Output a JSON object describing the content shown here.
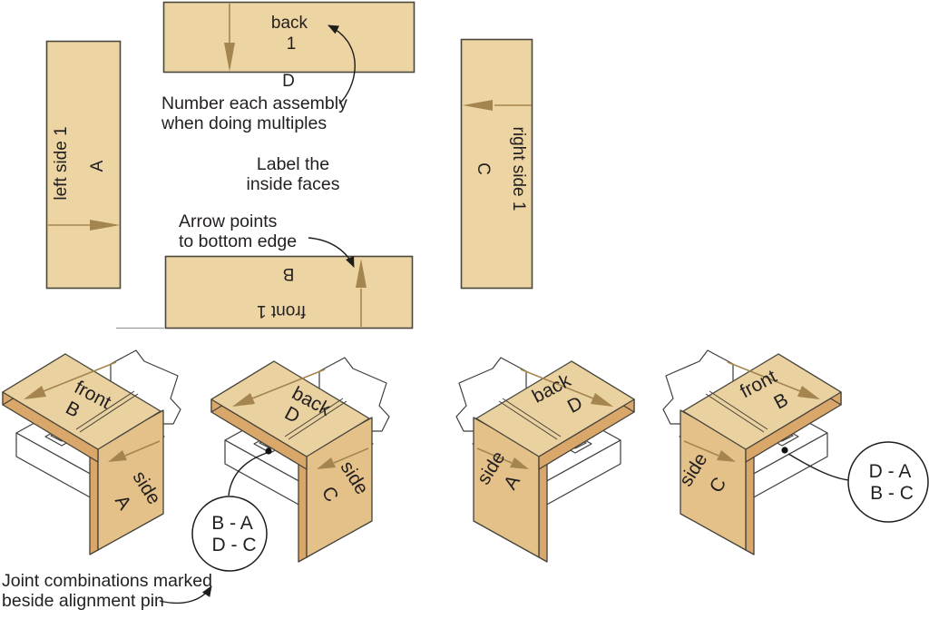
{
  "palette": {
    "wood_face_flat": "#ecd5a3",
    "wood_face_3d": "#e9d1a0",
    "wood_side_3d": "#e3c189",
    "wood_edge": "#d8a769",
    "board_outline": "#4a473e",
    "arrow_brown": "#a5854f",
    "text_color": "#231f20",
    "leader_color": "#1d1d1b",
    "jig_white": "#ffffff"
  },
  "flat": {
    "back": {
      "name": "back",
      "num": "1",
      "letter": "D"
    },
    "left": {
      "name": "left side 1",
      "letter": "A"
    },
    "right": {
      "name": "right side 1",
      "letter": "C"
    },
    "front": {
      "name": "front 1",
      "letter": "B"
    }
  },
  "notes": {
    "number1": "Number each assembly",
    "number2": "when doing multiples",
    "label1": "Label the",
    "label2": "inside faces",
    "arrow1": "Arrow points",
    "arrow2": "to bottom edge",
    "joint1": "Joint combinations marked",
    "joint2": "beside alignment pin"
  },
  "assemblies": [
    {
      "top": "front",
      "top_letter": "B",
      "side": "side",
      "side_letter": "A"
    },
    {
      "top": "back",
      "top_letter": "D",
      "side": "side",
      "side_letter": "C",
      "callout1": "B - A",
      "callout2": "D - C"
    },
    {
      "top": "back",
      "top_letter": "D",
      "side": "side",
      "side_letter": "A"
    },
    {
      "top": "front",
      "top_letter": "B",
      "side": "side",
      "side_letter": "C",
      "callout1": "D - A",
      "callout2": "B - C"
    }
  ]
}
